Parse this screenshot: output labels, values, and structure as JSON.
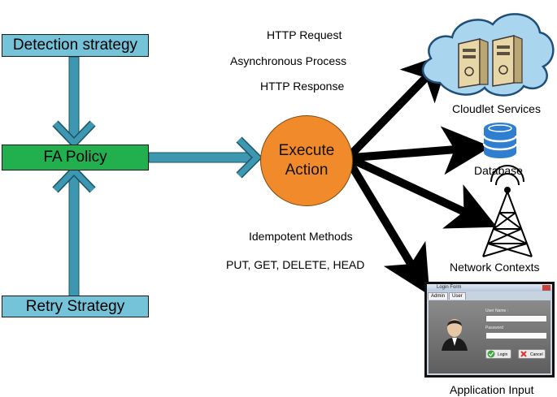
{
  "strategies": {
    "detection": "Detection strategy",
    "policy": "FA Policy",
    "retry": "Retry Strategy"
  },
  "action": {
    "line1": "Execute",
    "line2": "Action"
  },
  "http": {
    "request": "HTTP Request",
    "async": "Asynchronous Process",
    "response": "HTTP Response"
  },
  "methods": {
    "title": "Idempotent Methods",
    "list": "PUT, GET, DELETE, HEAD"
  },
  "targets": {
    "cloudlet": "Cloudlet Services",
    "database": "Database",
    "network": "Network Contexts",
    "app": "Application Input"
  },
  "login_window": {
    "title": "Login Form",
    "tab_admin": "Admin",
    "tab_user": "User",
    "user_label": "User Name :",
    "password_label": "Password",
    "login_button": "Login",
    "cancel_button": "Cancel"
  },
  "colors": {
    "strategy_box": "#74c3d8",
    "policy_box": "#22b04e",
    "action_circle": "#f08a2b",
    "arrow_teal": "#3e97b0",
    "database_icon": "#2f7fd0"
  }
}
